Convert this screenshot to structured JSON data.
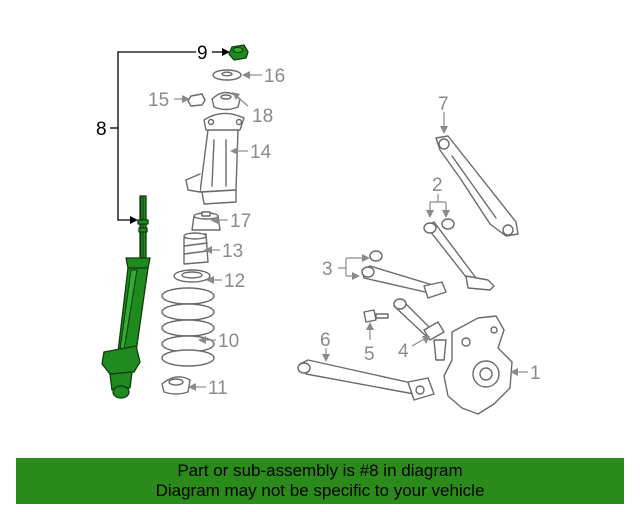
{
  "callouts": {
    "c1": "1",
    "c2": "2",
    "c3": "3",
    "c4": "4",
    "c5": "5",
    "c6": "6",
    "c7": "7",
    "c8": "8",
    "c9": "9",
    "c10": "10",
    "c11": "11",
    "c12": "12",
    "c13": "13",
    "c14": "14",
    "c15": "15",
    "c16": "16",
    "c17": "17",
    "c18": "18"
  },
  "banner": {
    "line1": "Part or sub-assembly is #8 in diagram",
    "line2": "Diagram may not be specific to your vehicle"
  },
  "colors": {
    "highlight": "#1f8a1f",
    "banner": "#2a8a1a",
    "callout_grey": "#8a8a8a",
    "callout_black": "#000000"
  }
}
